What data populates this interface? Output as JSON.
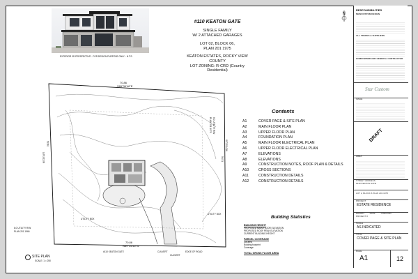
{
  "render": {
    "caption": "EXTERIOR 3D PERSPECTIVE - FOR DESIGN PURPOSE ONLY - N.T.S."
  },
  "project": {
    "title": "#110 KEATON GATE",
    "type_line1": "SINGLE FAMILY",
    "type_line2": "W/ 2 ATTACHED GARAGES",
    "lot": "LOT 02, BLOCK 06,",
    "plan": "PLAN 201 1975",
    "estates_line1": "KEATON ESTATES, ROCKY VIEW",
    "estates_line2": "COUNTY",
    "zoning_line1": "LOT ZONING: R-CRD (Country",
    "zoning_line2": "Residential)"
  },
  "site_plan": {
    "top_dim1": "70.86",
    "top_dim2": "S89°34'46\"E",
    "bottom_dim1": "70.86",
    "bottom_dim2": "N89°34'46\"W",
    "left_dim": "N0°25'14\"E",
    "right_dim": "S0°25'14\"W",
    "left_len": "56.51",
    "right_len": "56.51",
    "utility_box1": "UTILITY BOX",
    "utility_box2": "UTILITY BOX",
    "right_label1": "8.0 UTILITY R/W",
    "right_label2": "PLAN 201 1975",
    "left_label1": "8.0 UTILITY R/W",
    "left_label2": "PLAN 201 1966",
    "road": "#110 KEATON GATE",
    "culvert1": "CULVERT",
    "culvert2": "CULVERT",
    "edge_of_road": "EDGE OF ROAD",
    "label": "SITE PLAN",
    "scale": "SCALE: 1 = 250"
  },
  "contents": {
    "title": "Contents",
    "items": [
      {
        "code": "A1",
        "label": "COVER PAGE & SITE PLAN"
      },
      {
        "code": "A2",
        "label": "MAIN FLOOR PLAN"
      },
      {
        "code": "A3",
        "label": "UPPER FLOOR PLAN"
      },
      {
        "code": "A4",
        "label": "FOUNDATION PLAN"
      },
      {
        "code": "A5",
        "label": "MAIN FLOOR ELECTRICAL PLAN"
      },
      {
        "code": "A6",
        "label": "UPPER FLOOR ELECTRICAL PLAN"
      },
      {
        "code": "A7",
        "label": "ELEVATIONS"
      },
      {
        "code": "A8",
        "label": "ELEVATIONS"
      },
      {
        "code": "A9",
        "label": "CONSTRUCTION NOTES, ROOF PLAN & DETAILS"
      },
      {
        "code": "A10",
        "label": "CROSS SECTIONS"
      },
      {
        "code": "A11",
        "label": "CONSTRUCTION DETAILS"
      },
      {
        "code": "A12",
        "label": "CONSTRUCTION DETAILS"
      }
    ]
  },
  "stats": {
    "title": "Building Statistics",
    "h1": "BUILDING HEIGHT",
    "l1": "PROPOSED MAIN FLOOR ELEVATION",
    "l2": "PROPOSED ROOF PEAK ELEVATION",
    "l3": "CURRENT BUILDING HEIGHT",
    "h2": "PARCEL COVERAGE",
    "l4": "Lot area",
    "l5": "Building footprint",
    "l6": "Coverage",
    "h3": "TOTAL GROSS FLOOR AREA"
  },
  "title_block": {
    "responsibilities": "RESPONSIBILITIES",
    "new_design": "NEW/CUSTOM DESIGN",
    "all_trades": "ALL TRADES & SUPPLIERS",
    "homeowner": "HOMEOWNER AND GENERAL CONTRACTOR",
    "logo": "Star Custom",
    "issue": "ISSUE",
    "draft": "DRAFT",
    "area": "AREA",
    "street_address_label": "STREET ADDRESS",
    "street_address": "#110 KEATON GATE",
    "legal": "LOT 2, BLOCK 6 PLAN 201 1975",
    "project_label": "PROJECT",
    "project": "ESTATE RESIDENCE",
    "drawn": "DRAWN",
    "date": "DATE",
    "checked": "CHECKED",
    "project_no": "PROJECT #",
    "scale_label": "SCALE",
    "scale": "AS INDICATED",
    "title_label": "TITLE",
    "title": "COVER PAGE & SITE PLAN",
    "page_label": "PAGE",
    "page": "A1",
    "sheet_count": "12"
  }
}
